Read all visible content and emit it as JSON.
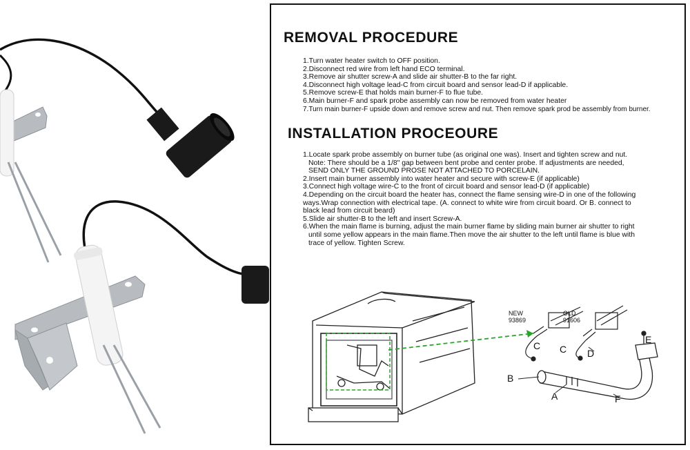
{
  "removal": {
    "title": "REMOVAL PROCEDURE",
    "steps": [
      "1.Turn water heater switch to OFF position.",
      "2.Disconnect red wire from left hand ECO terminal.",
      "3.Remove air shutter screw-A and slide air shutter-B to the far right.",
      "4.Disconnect high voltage lead-C from circuit board and sensor lead-D if applicable.",
      "5.Remove screw-E that holds main burner-F to flue tube.",
      "6.Main burner-F and spark probe assembly can now be removed from water heater",
      "7.Turn main burner-F upside down and remove screw and nut. Then remove spark prod be assembly from burner."
    ]
  },
  "installation": {
    "title": "INSTALLATION PROCEOURE",
    "steps": [
      "1.Locate spark probe assembly on burner tube (as original one was). Insert and tighten screw and nut.",
      "Note: There should be a 1/8\" gap between bent probe and center probe. If adjustments are needed,",
      "SEND ONLY THE GROUND PROSE NOT ATTACHED TO PORCELAIN.",
      "2.Insert main burner assembly into water heater and secure with screw-E (if applicable)",
      "3.Connect high voltage wire-C to the front of circuit board and sensor lead-D (if applicable)",
      "4.Depending on the circuit board the heater has, connect the flame sensing wire-D in one of the following",
      "ways.Wrap connection with electrical tape. (A. connect to white wire from circuit board. Or B. connect to",
      "black lead from circuit beard)",
      "5.Slide air shutter-B to the left and insert Screw-A.",
      "6.When the main flame is burning, adjust the main burner flame by sliding main burner air shutter to right",
      "until some yellow appears in the main flame.Then move the air shutter to the left until flame is blue with",
      "trace of yellow. Tighten Screw."
    ]
  },
  "diagram": {
    "new_label": "NEW",
    "new_part": "93869",
    "old_label": "OLD",
    "old_part": "91606",
    "parts": {
      "a": "A",
      "b": "B",
      "c1": "C",
      "c2": "C",
      "d": "D",
      "e": "E",
      "f": "F"
    }
  },
  "colors": {
    "ink": "#111111",
    "steel": "#b8bcc0",
    "cable": "#111111",
    "ceramic": "#f4f4f4",
    "arrow": "#2aa32a"
  }
}
